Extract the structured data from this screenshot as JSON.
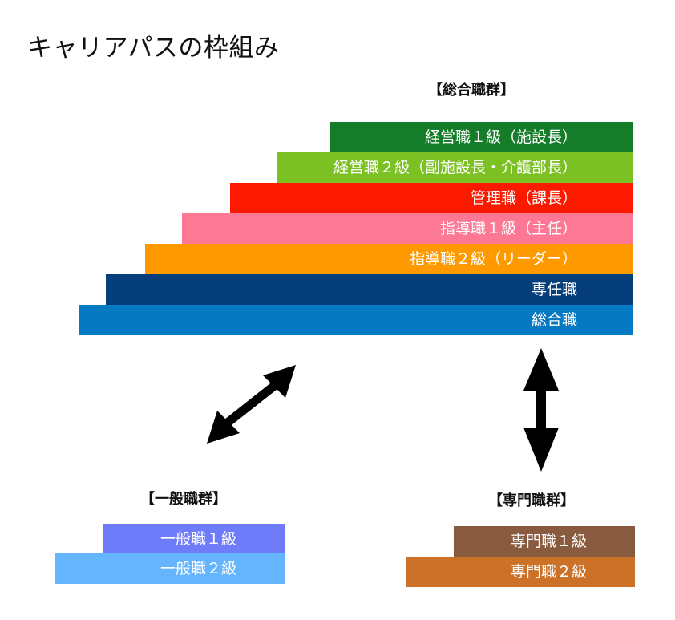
{
  "title": "キャリアパスの枠組み",
  "groups": {
    "sogo": {
      "label": "【総合職群】",
      "bars": [
        {
          "label": "経営職１級（施設長）",
          "color": "#157d2a"
        },
        {
          "label": "経営職２級（副施設長・介護部長）",
          "color": "#7cc124"
        },
        {
          "label": "管理職（課長）",
          "color": "#fb1a00"
        },
        {
          "label": "指導職１級（主任）",
          "color": "#fc7894"
        },
        {
          "label": "指導職２級（リーダー）",
          "color": "#fe9a00"
        },
        {
          "label": "専任職",
          "color": "#053e7a"
        },
        {
          "label": "総合職",
          "color": "#0579c2"
        }
      ]
    },
    "ippan": {
      "label": "【一般職群】",
      "bars": [
        {
          "label": "一般職１級",
          "color": "#6e7cfa"
        },
        {
          "label": "一般職２級",
          "color": "#64b5fe"
        }
      ]
    },
    "senmon": {
      "label": "【専門職群】",
      "bars": [
        {
          "label": "専門職１級",
          "color": "#885a3e"
        },
        {
          "label": "専門職２級",
          "color": "#cc7128"
        }
      ]
    }
  },
  "icons": {
    "diagonal_arrow": "double-headed-diagonal-arrow-icon",
    "vertical_arrow": "double-headed-vertical-arrow-icon"
  }
}
